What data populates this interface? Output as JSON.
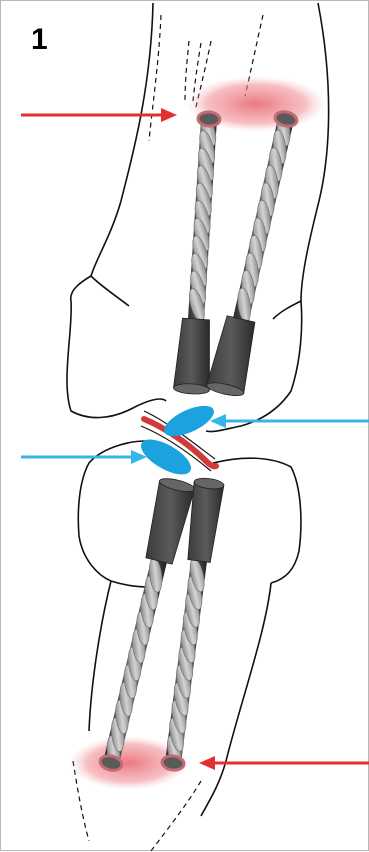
{
  "figure": {
    "panel_number": "1",
    "colors": {
      "outline": "#111111",
      "screw_thread": "#b5b5b5",
      "screw_shaft": "#444444",
      "screw_head": "#3a3a3a",
      "red_arrow": "#e03030",
      "blue_arrow": "#35b6e8",
      "fixation_highlight": "#e8606a",
      "disc": "#1aa3df",
      "joint_line": "#d23a3a"
    },
    "elements": {
      "arrows": [
        {
          "name": "arrow-upper-left",
          "color": "red"
        },
        {
          "name": "arrow-joint-right",
          "color": "blue"
        },
        {
          "name": "arrow-joint-left",
          "color": "blue"
        },
        {
          "name": "arrow-lower-right",
          "color": "red"
        }
      ],
      "screws": [
        "upper-left-screw",
        "upper-right-screw",
        "lower-left-screw",
        "lower-right-screw"
      ],
      "highlights": [
        "upper-fixation-zone",
        "lower-fixation-zone"
      ],
      "discs": [
        "upper-disc",
        "lower-disc"
      ]
    }
  }
}
